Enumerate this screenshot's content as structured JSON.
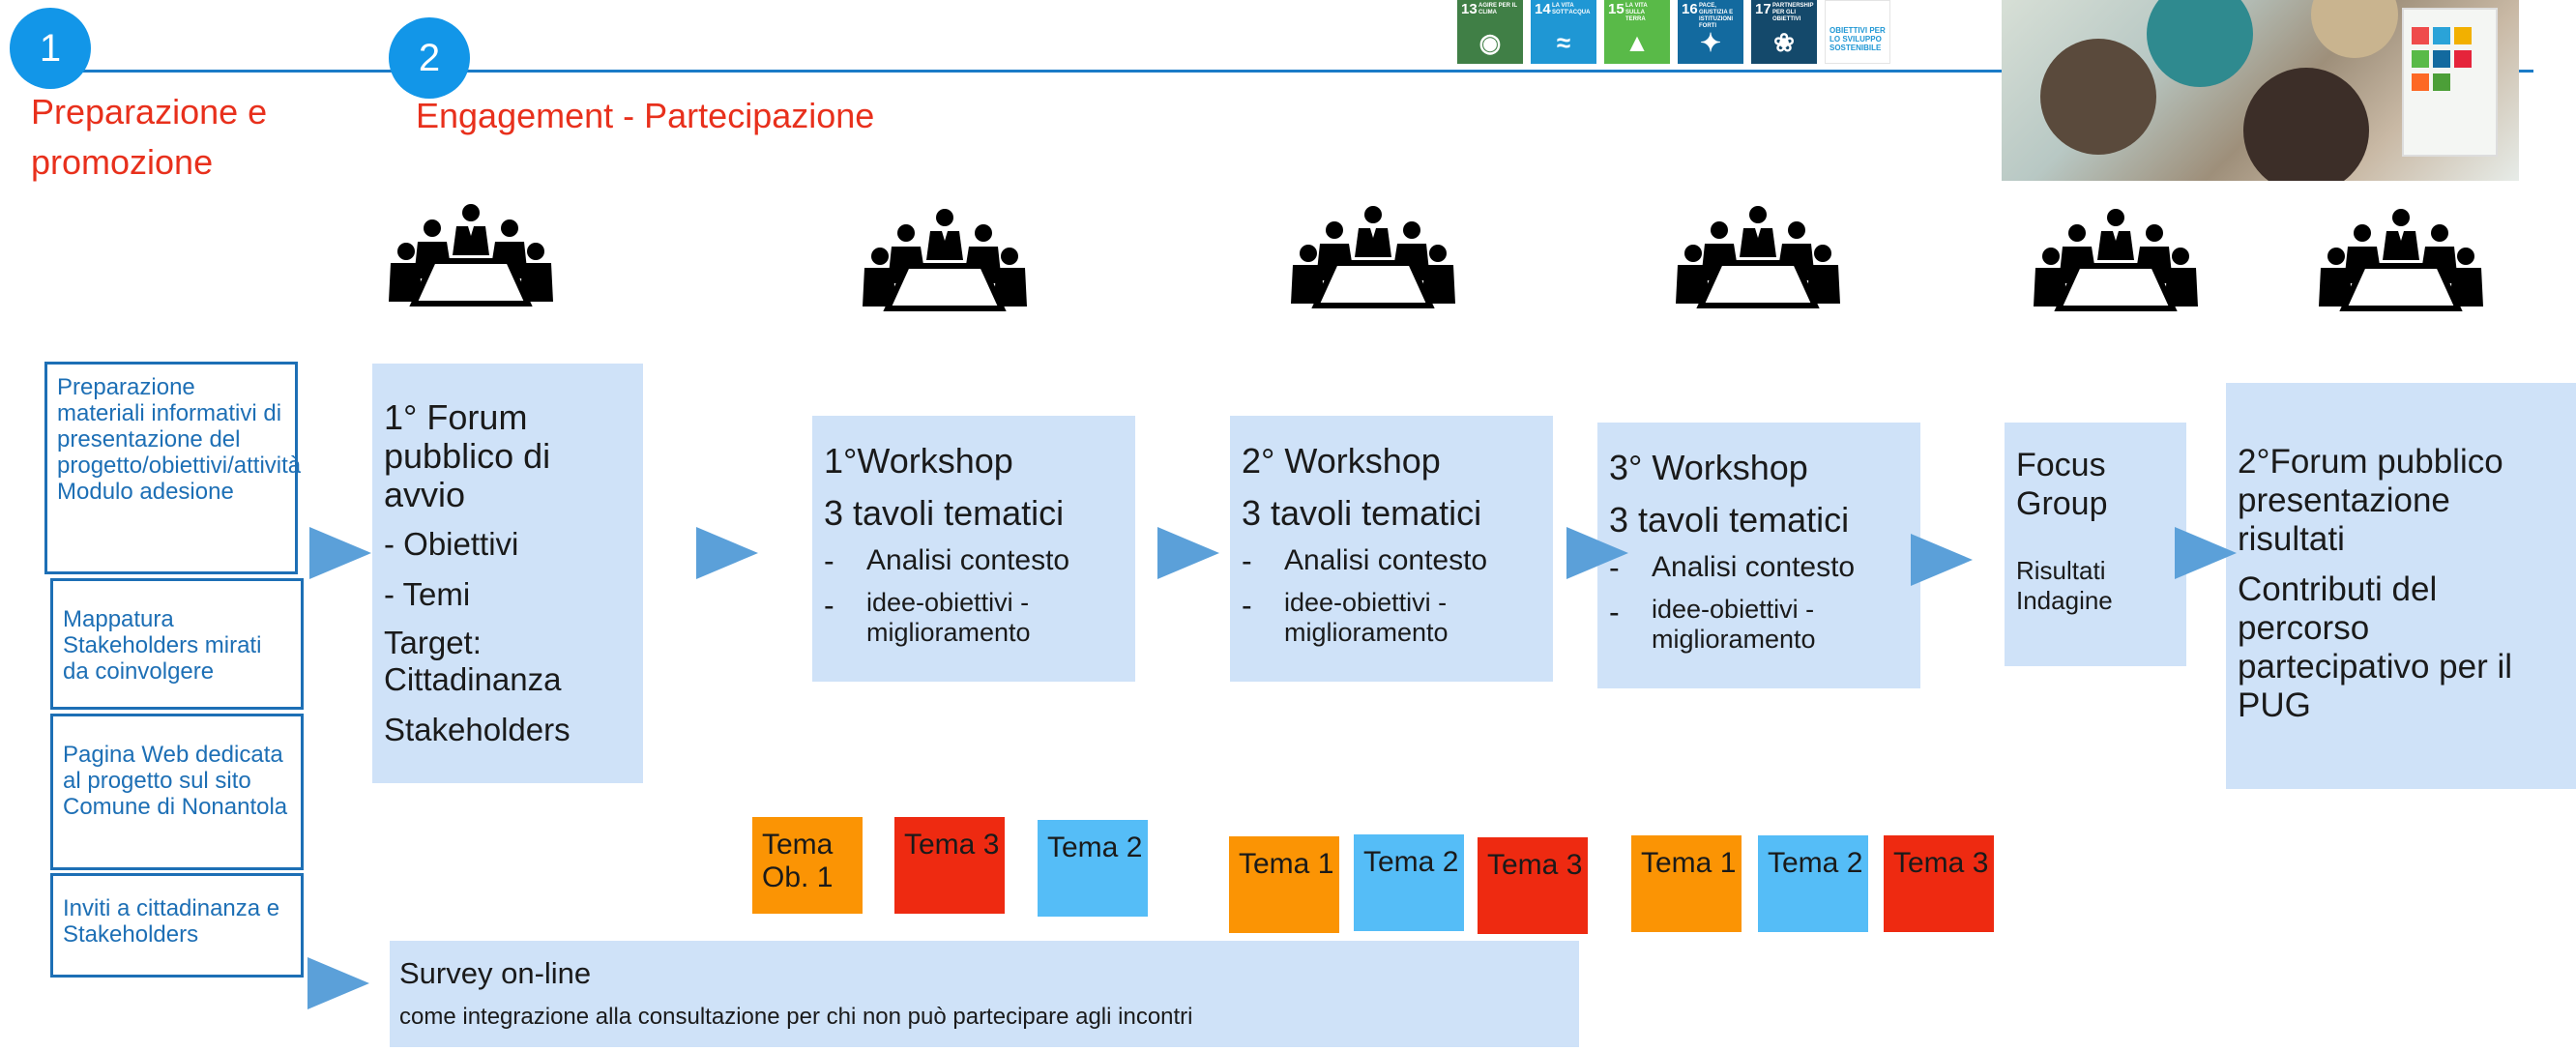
{
  "phases": [
    {
      "number": "1",
      "label_line1": "Preparazione e",
      "label_line2": "promozione"
    },
    {
      "number": "2",
      "label": "Engagement - Partecipazione"
    }
  ],
  "sdg_icons": [
    {
      "number": "13",
      "title": "AGIRE PER IL CLIMA",
      "color": "#407f46",
      "icon": "eye-earth-icon"
    },
    {
      "number": "14",
      "title": "LA VITA SOTT'ACQUA",
      "color": "#1f97d4",
      "icon": "fish-icon"
    },
    {
      "number": "15",
      "title": "LA VITA SULLA TERRA",
      "color": "#59ba48",
      "icon": "tree-icon"
    },
    {
      "number": "16",
      "title": "PACE, GIUSTIZIA E ISTITUZIONI FORTI",
      "color": "#136a9f",
      "icon": "dove-icon"
    },
    {
      "number": "17",
      "title": "PARTNERSHIP PER GLI OBIETTIVI",
      "color": "#14496b",
      "icon": "flower-icon"
    },
    {
      "number": "",
      "title": "OBIETTIVI PER LO SVILUPPO SOSTENIBILE",
      "color": "#ffffff",
      "icon": "sdg-logo-icon"
    }
  ],
  "left_boxes": [
    {
      "text": "Preparazione materiali informativi di presentazione del progetto/obiettivi/attività Modulo adesione"
    },
    {
      "text": "Mappatura Stakeholders mirati da coinvolgere"
    },
    {
      "text": "Pagina Web dedicata al progetto sul sito Comune di Nonantola"
    },
    {
      "text": "Inviti a cittadinanza e Stakeholders"
    }
  ],
  "forum1": {
    "title": "1° Forum pubblico di avvio",
    "item1": "- Obiettivi",
    "item2": "- Temi",
    "target_label": "Target: Cittadinanza",
    "target_value": "Stakeholders"
  },
  "workshops": [
    {
      "title": "1°Workshop",
      "subtitle": "3 tavoli tematici",
      "bullet1": "Analisi contesto",
      "bullet2": "idee-obiettivi - miglioramento"
    },
    {
      "title": "2° Workshop",
      "subtitle": "3 tavoli tematici",
      "bullet1": "Analisi contesto",
      "bullet2": "idee-obiettivi - miglioramento"
    },
    {
      "title": "3° Workshop",
      "subtitle": "3 tavoli tematici",
      "bullet1": "Analisi contesto",
      "bullet2": "idee-obiettivi - miglioramento"
    }
  ],
  "focus_group": {
    "title": "Focus Group",
    "subtitle": "Risultati Indagine"
  },
  "forum2": {
    "title": "2°Forum pubblico presentazione risultati",
    "text": "Contributi del percorso partecipativo per il PUG"
  },
  "temi": {
    "group1": [
      {
        "label": "Tema Ob. 1",
        "color": "#fb9404"
      },
      {
        "label": "Tema 3",
        "color": "#ee2a11"
      },
      {
        "label": "Tema 2",
        "color": "#55bdf7"
      }
    ],
    "group2": [
      {
        "label": "Tema 1",
        "color": "#fb9404"
      },
      {
        "label": "Tema 2",
        "color": "#55bdf7"
      },
      {
        "label": "Tema 3",
        "color": "#ee2a11"
      }
    ],
    "group3": [
      {
        "label": "Tema 1",
        "color": "#fb9404"
      },
      {
        "label": "Tema 2",
        "color": "#55bdf7"
      },
      {
        "label": "Tema 3",
        "color": "#ee2a11"
      }
    ]
  },
  "survey": {
    "title": "Survey on-line",
    "text": "come integrazione alla consultazione per chi non può partecipare agli incontri"
  },
  "colors": {
    "accent": "#1296e8",
    "phase_text": "#e8301c",
    "card_bg": "#cfe2f8",
    "arrow": "#5ba0d9"
  }
}
